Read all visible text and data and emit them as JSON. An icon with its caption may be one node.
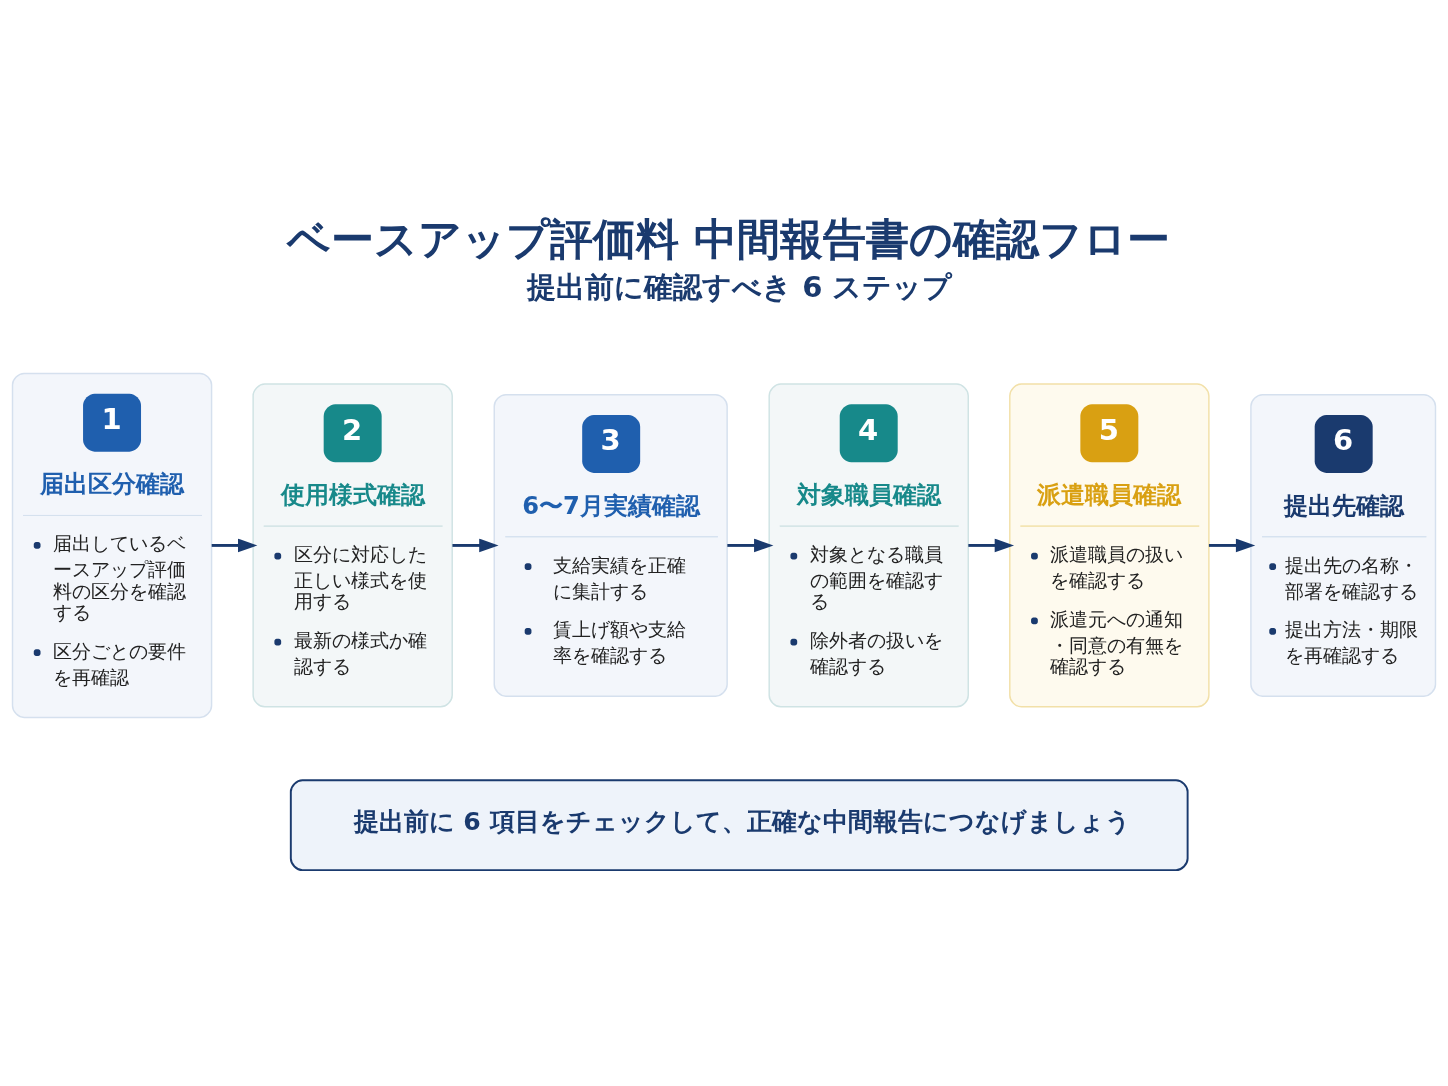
{
  "diagram": {
    "title": "ベースアップ評価料 中間報告書の確認フロー",
    "nodes": [
      {
        "text": [
          "1",
          "届出区分確認",
          "届出しているベースアップ評価料の区分を確認する",
          "区分ごとの要件を再確認"
        ]
      },
      {
        "text": [
          "2",
          "使用様式確認",
          "区分に対応した正しい様式を使用する",
          "最新の様式か確認する"
        ]
      },
      {
        "text": [
          "3",
          "6〜7月実績確認",
          "支給実績を正確に集計する",
          "賃上げ額や支給率を確認する"
        ]
      },
      {
        "text": [
          "4",
          "対象職員確認",
          "対象となる職員の範囲を確認する",
          "除外者の扱いを確認する"
        ]
      },
      {
        "text": [
          "5",
          "派遣職員確認",
          "派遣職員の扱いを確認する",
          "派遣元への通知・同意の有無を確認する"
        ]
      },
      {
        "text": [
          "6",
          "提出先確認",
          "提出先の名称・部署を確認する",
          "提出方法・期限を再確認する"
        ]
      },
      {
        "text": [
          "提出前に 6 項目をチェックして、正確な中間報告につなげましょう"
        ]
      }
    ],
    "edges": [
      {
        "from": 0,
        "to": 1,
        "arrow": "to"
      },
      {
        "from": 1,
        "to": 2,
        "arrow": "to"
      },
      {
        "from": 2,
        "to": 3,
        "arrow": "to"
      },
      {
        "from": 3,
        "to": 4,
        "arrow": "to"
      },
      {
        "from": 4,
        "to": 5,
        "arrow": "to"
      }
    ],
    "labels": [
      "提出前に確認すべき 6 ステップ"
    ]
  }
}
